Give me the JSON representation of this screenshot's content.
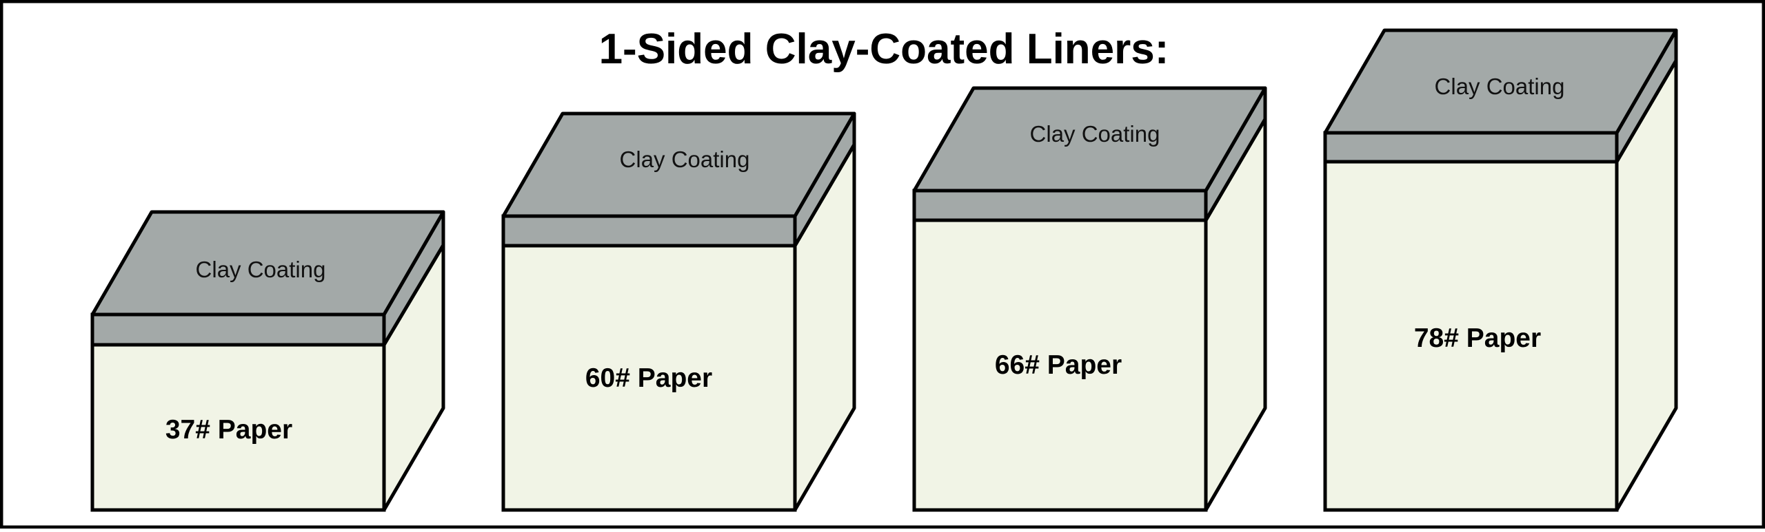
{
  "title": "1-Sided Clay-Coated Liners:",
  "colors": {
    "coating": "#a3a9a8",
    "paper": "#f1f4e6",
    "outline": "#000000",
    "border": "#000000"
  },
  "blocks": [
    {
      "coating_label": "Clay Coating",
      "paper_label": "37# Paper"
    },
    {
      "coating_label": "Clay Coating",
      "paper_label": "60# Paper"
    },
    {
      "coating_label": "Clay Coating",
      "paper_label": "66# Paper"
    },
    {
      "coating_label": "Clay Coating",
      "paper_label": "78# Paper"
    }
  ]
}
